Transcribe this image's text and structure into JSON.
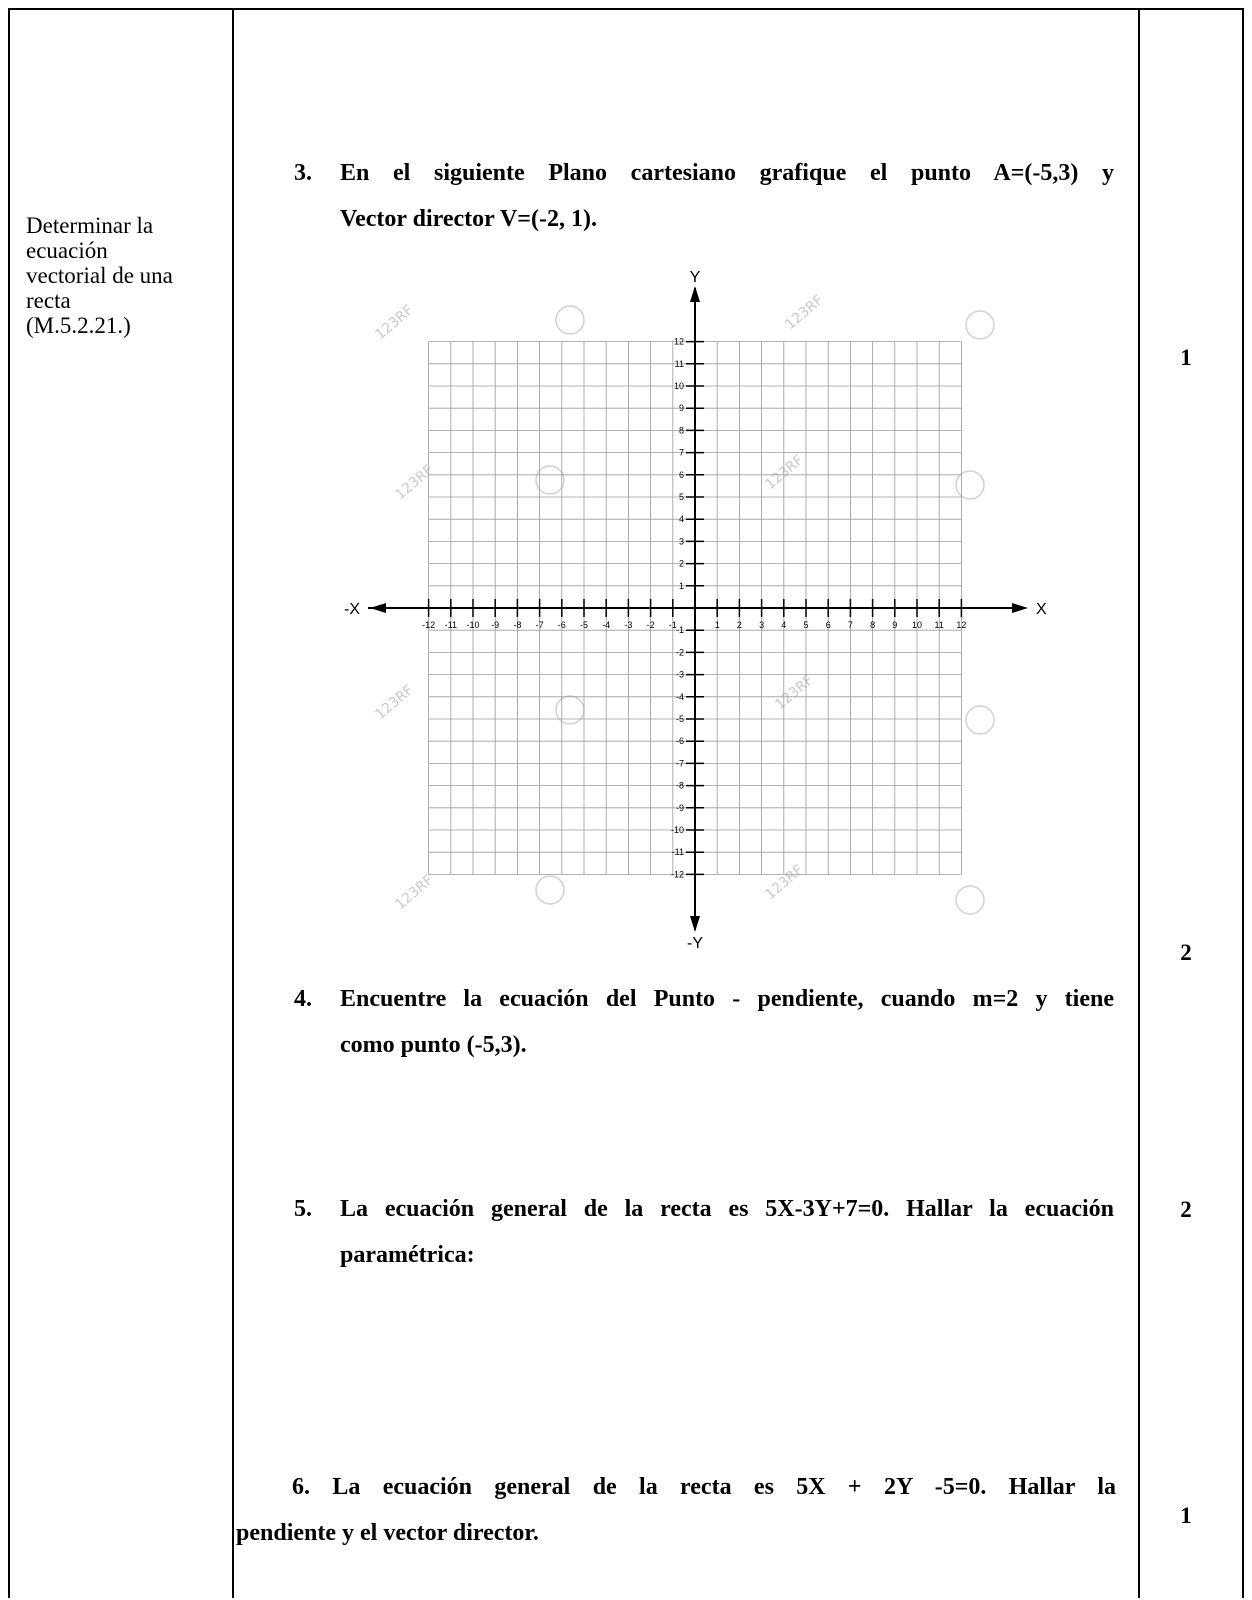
{
  "objective": {
    "lines": [
      "Determinar la",
      "ecuación",
      "vectorial de una",
      "recta",
      "(M.5.2.21.)"
    ]
  },
  "questions": [
    {
      "number": "3.",
      "lines": [
        "En el siguiente Plano cartesiano grafique el punto A=(-5,3) y",
        "Vector director V=(-2, 1)."
      ]
    },
    {
      "number": "4.",
      "lines": [
        "Encuentre la ecuación del Punto - pendiente, cuando m=2 y tiene",
        "como punto (-5,3)."
      ]
    },
    {
      "number": "5.",
      "lines": [
        "La ecuación general de la recta es 5X-3Y+7=0. Hallar la ecuación",
        "paramétrica:"
      ]
    },
    {
      "number": "6.",
      "lines": [
        "6. La ecuación general de la recta es 5X + 2Y -5=0. Hallar la",
        "pendiente y el vector director."
      ]
    }
  ],
  "scores": [
    "1",
    "2",
    "2",
    "1"
  ],
  "plane": {
    "x_pos_label": "X",
    "x_neg_label": "-X",
    "y_pos_label": "Y",
    "y_neg_label": "-Y",
    "x_ticks": [
      -12,
      -11,
      -10,
      -9,
      -8,
      -7,
      -6,
      -5,
      -4,
      -3,
      -2,
      -1,
      1,
      2,
      3,
      4,
      5,
      6,
      7,
      8,
      9,
      10,
      11,
      12
    ],
    "y_ticks": [
      12,
      11,
      10,
      9,
      8,
      7,
      6,
      5,
      4,
      3,
      2,
      1,
      -1,
      -2,
      -3,
      -4,
      -5,
      -6,
      -7,
      -8,
      -9,
      -10,
      -11,
      -12
    ],
    "watermark": "123RF",
    "grid_color": "#9a9a9a",
    "axis_color": "#000000"
  }
}
